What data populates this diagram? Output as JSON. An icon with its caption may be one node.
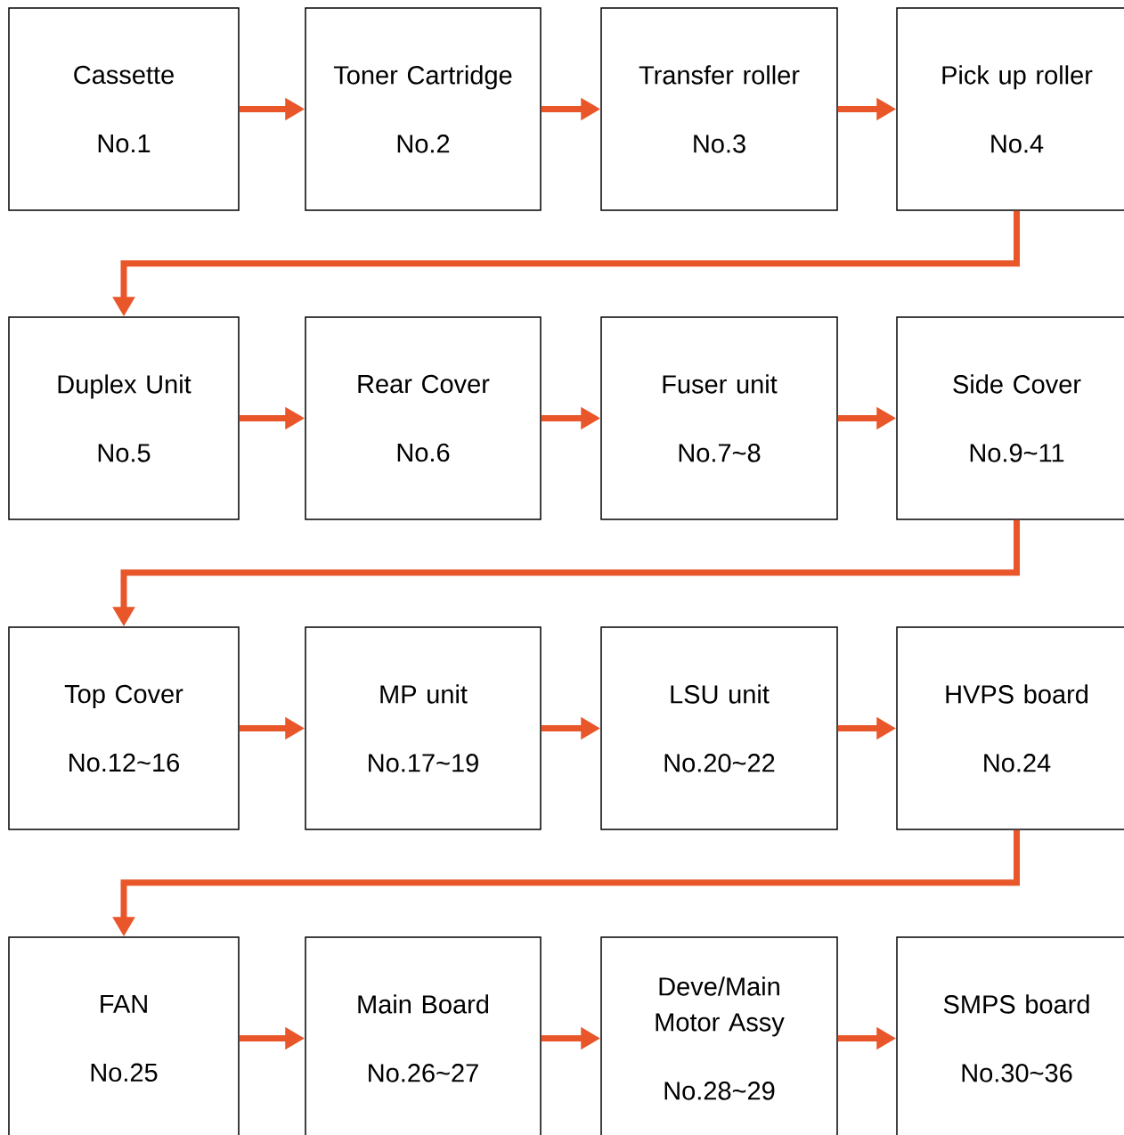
{
  "diagram": {
    "nodes": [
      {
        "text": [
          "Cassette",
          "No.1"
        ]
      },
      {
        "text": [
          "Toner Cartridge",
          "No.2"
        ]
      },
      {
        "text": [
          "Transfer roller",
          "No.3"
        ]
      },
      {
        "text": [
          "Pick up roller",
          "No.4"
        ]
      },
      {
        "text": [
          "Duplex Unit",
          "No.5"
        ]
      },
      {
        "text": [
          "Rear Cover",
          "No.6"
        ]
      },
      {
        "text": [
          "Fuser unit",
          "No.7~8"
        ]
      },
      {
        "text": [
          "Side Cover",
          "No.9~11"
        ]
      },
      {
        "text": [
          "Top Cover",
          "No.12~16"
        ]
      },
      {
        "text": [
          "MP unit",
          "No.17~19"
        ]
      },
      {
        "text": [
          "LSU unit",
          "No.20~22"
        ]
      },
      {
        "text": [
          "HVPS board",
          "No.24"
        ]
      },
      {
        "text": [
          "FAN",
          "No.25"
        ]
      },
      {
        "text": [
          "Main Board",
          "No.26~27"
        ]
      },
      {
        "text": [
          "Deve/Main Motor Assy",
          "No.28~29"
        ]
      },
      {
        "text": [
          "SMPS board",
          "No.30~36"
        ]
      }
    ],
    "edges": [
      {
        "from": 0,
        "to": 1,
        "arrow": "to"
      },
      {
        "from": 1,
        "to": 2,
        "arrow": "to"
      },
      {
        "from": 2,
        "to": 3,
        "arrow": "to"
      },
      {
        "from": 3,
        "to": 4,
        "arrow": "to"
      },
      {
        "from": 4,
        "to": 5,
        "arrow": "to"
      },
      {
        "from": 5,
        "to": 6,
        "arrow": "to"
      },
      {
        "from": 6,
        "to": 7,
        "arrow": "to"
      },
      {
        "from": 7,
        "to": 8,
        "arrow": "to"
      },
      {
        "from": 8,
        "to": 9,
        "arrow": "to"
      },
      {
        "from": 9,
        "to": 10,
        "arrow": "to"
      },
      {
        "from": 10,
        "to": 11,
        "arrow": "to"
      },
      {
        "from": 11,
        "to": 12,
        "arrow": "to"
      },
      {
        "from": 12,
        "to": 13,
        "arrow": "to"
      },
      {
        "from": 13,
        "to": 14,
        "arrow": "to"
      },
      {
        "from": 14,
        "to": 15,
        "arrow": "to"
      }
    ]
  }
}
